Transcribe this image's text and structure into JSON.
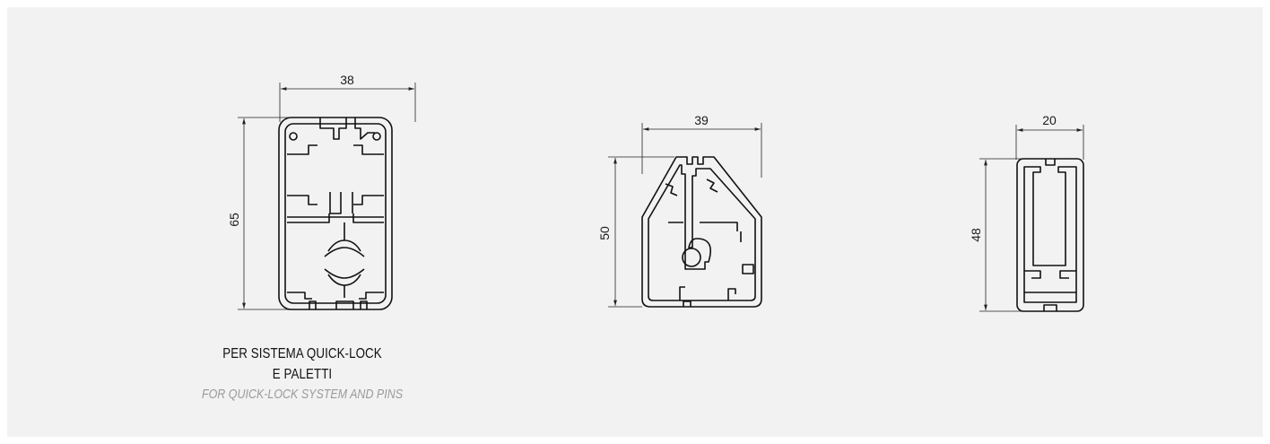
{
  "profiles": [
    {
      "id": "profile-a",
      "width_dim": "38",
      "height_dim": "65"
    },
    {
      "id": "profile-b",
      "width_dim": "39",
      "height_dim": "50"
    },
    {
      "id": "profile-c",
      "width_dim": "20",
      "height_dim": "48"
    }
  ],
  "caption": {
    "line1": "PER SISTEMA QUICK-LOCK",
    "line2": "E PALETTI",
    "translation": "FOR QUICK-LOCK SYSTEM AND PINS"
  },
  "colors": {
    "panel": "#f2f2f2",
    "line": "#111111",
    "translation_text": "#9a9a9a"
  }
}
